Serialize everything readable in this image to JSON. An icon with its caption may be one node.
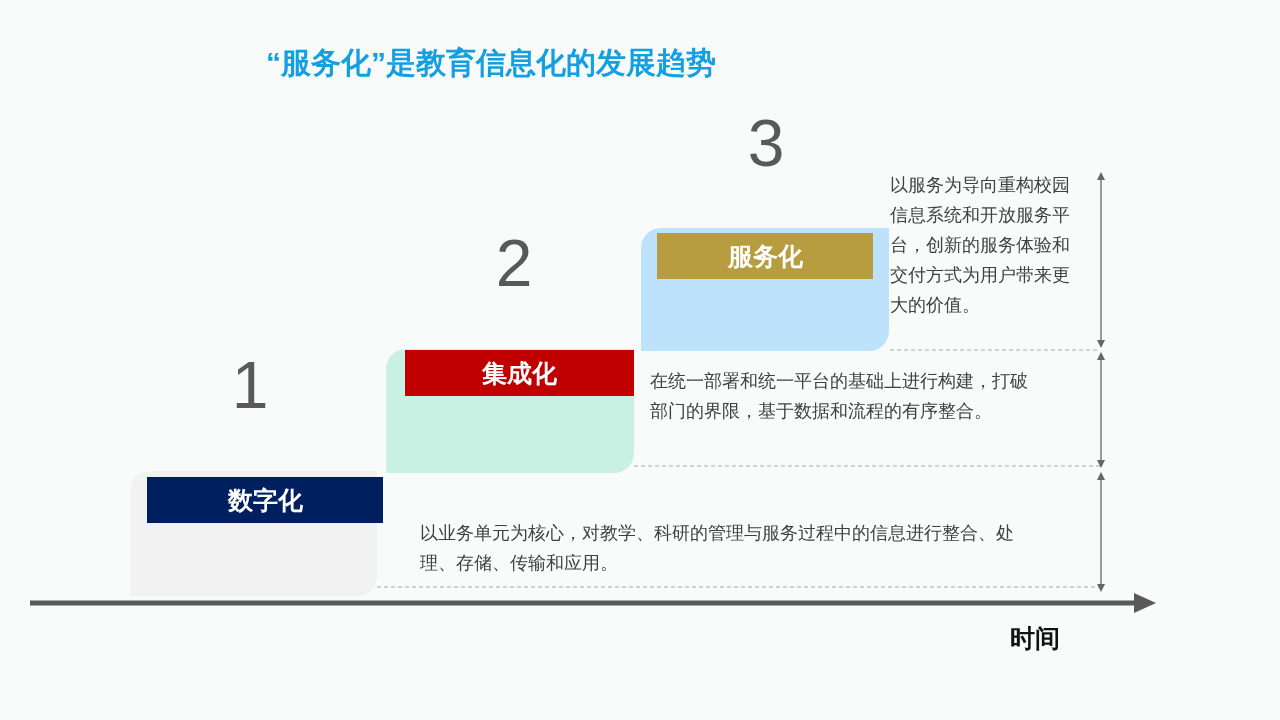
{
  "diagram": {
    "title": "“服务化”是教育信息化的发展趋势",
    "nodes": [
      {
        "text": [
          "数字化"
        ],
        "beside": [
          "1",
          "以业务单元为核心，对教学、科研的管理与服务过程中的信息进行整合、处理、存储、传输和应用。"
        ]
      },
      {
        "text": [
          "集成化"
        ],
        "beside": [
          "2",
          "在统一部署和统一平台的基础上进行构建，打破部门的界限，基于数据和流程的有序整合。"
        ]
      },
      {
        "text": [
          "服务化"
        ],
        "beside": [
          "3",
          "以服务为导向重构校园信息系统和开放服务平台，创新的服务体验和交付方式为用户带来更大的价值。"
        ]
      }
    ],
    "labels": [
      "时间"
    ]
  }
}
